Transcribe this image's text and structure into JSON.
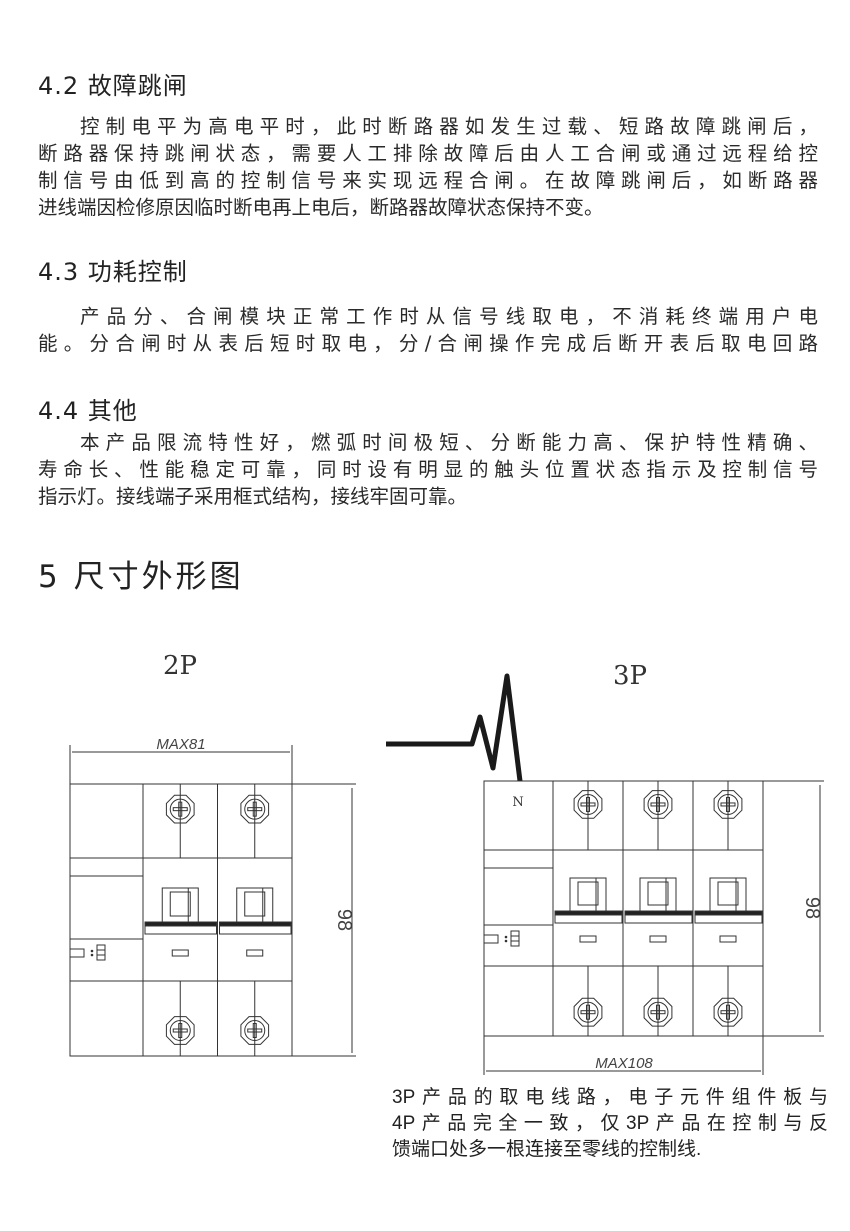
{
  "section_4_2": {
    "heading": "4.2 故障跳闸",
    "lines": [
      "控制电平为高电平时，此时断路器如发生过载、短路故障跳闸后，",
      "断路器保持跳闸状态，需要人工排除故障后由人工合闸或通过远程给控",
      "制信号由低到高的控制信号来实现远程合闸。在故障跳闸后，如断路器",
      "进线端因检修原因临时断电再上电后，断路器故障状态保持不变。"
    ]
  },
  "section_4_3": {
    "heading": "4.3 功耗控制",
    "lines": [
      "产品分、合闸模块正常工作时从信号线取电，不消耗终端用户电",
      "能。分合闸时从表后短时取电，分/合闸操作完成后断开表后取电回路"
    ]
  },
  "section_4_4": {
    "heading": "4.4 其他",
    "lines": [
      "本产品限流特性好，燃弧时间极短、分断能力高、保护特性精确、",
      "寿命长、性能稳定可靠，同时设有明显的触头位置状态指示及控制信号",
      "指示灯。接线端子采用框式结构，接线牢固可靠。"
    ]
  },
  "section_5": {
    "heading": "5 尺寸外形图",
    "drawing_2p": {
      "label": "2P",
      "width_dim": "MAX81",
      "height_dim": "98"
    },
    "drawing_3p": {
      "label": "3P",
      "width_dim": "MAX108",
      "height_dim": "98",
      "neutral_label": "N"
    },
    "caption": [
      "3P产品的取电线路，电子元件组件板与",
      "4P产品完全一致，仅3P产品在控制与反",
      "馈端口处多一根连接至零线的控制线."
    ]
  }
}
